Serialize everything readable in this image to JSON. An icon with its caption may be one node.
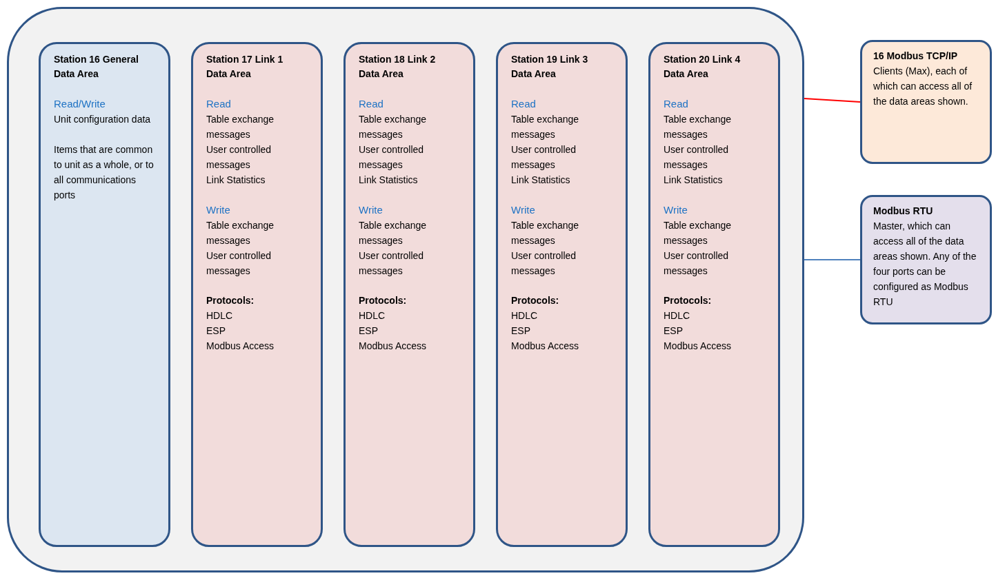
{
  "diagram": {
    "nodes": [
      {
        "text": [],
        "shape": "box"
      },
      {
        "text": [
          "Station 16 General Data Area",
          "Read/Write",
          "Unit configuration data",
          "Items that are common to unit as a whole, or to all communications ports"
        ],
        "in": 0
      },
      {
        "text": [
          "Station 17 Link 1 Data Area",
          "Read",
          "Table exchange messages",
          "User controlled messages",
          "Link Statistics",
          "Write",
          "Table exchange messages",
          "User controlled messages",
          "Protocols:",
          "HDLC",
          "ESP",
          "Modbus Access"
        ],
        "in": 0
      },
      {
        "text": [
          "Station 18 Link 2 Data Area",
          "Read",
          "Table exchange messages",
          "User controlled messages",
          "Link Statistics",
          "Write",
          "Table exchange messages",
          "User controlled messages",
          "Protocols:",
          "HDLC",
          "ESP",
          "Modbus Access"
        ],
        "in": 0
      },
      {
        "text": [
          "Station 19 Link 3 Data Area",
          "Read",
          "Table exchange messages",
          "User controlled messages",
          "Link Statistics",
          "Write",
          "Table exchange messages",
          "User controlled messages",
          "Protocols:",
          "HDLC",
          "ESP",
          "Modbus Access"
        ],
        "in": 0
      },
      {
        "text": [
          "Station 20 Link 4 Data Area",
          "Read",
          "Table exchange messages",
          "User controlled messages",
          "Link Statistics",
          "Write",
          "Table exchange messages",
          "User controlled messages",
          "Protocols:",
          "HDLC",
          "ESP",
          "Modbus Access"
        ],
        "in": 0
      },
      {
        "text": [
          "16 Modbus TCP/IP",
          "Clients (Max), each of which can access all of the data areas shown."
        ]
      },
      {
        "text": [
          "Modbus RTU",
          "Master, which can access all of the data areas shown. Any of the four ports can be configured as Modbus RTU"
        ]
      }
    ],
    "edges": [
      {
        "from": 6,
        "to": 0,
        "arrow": "none",
        "color": "#ff0000"
      },
      {
        "from": 7,
        "to": 0,
        "arrow": "none",
        "color": "#4f81bd"
      }
    ]
  }
}
